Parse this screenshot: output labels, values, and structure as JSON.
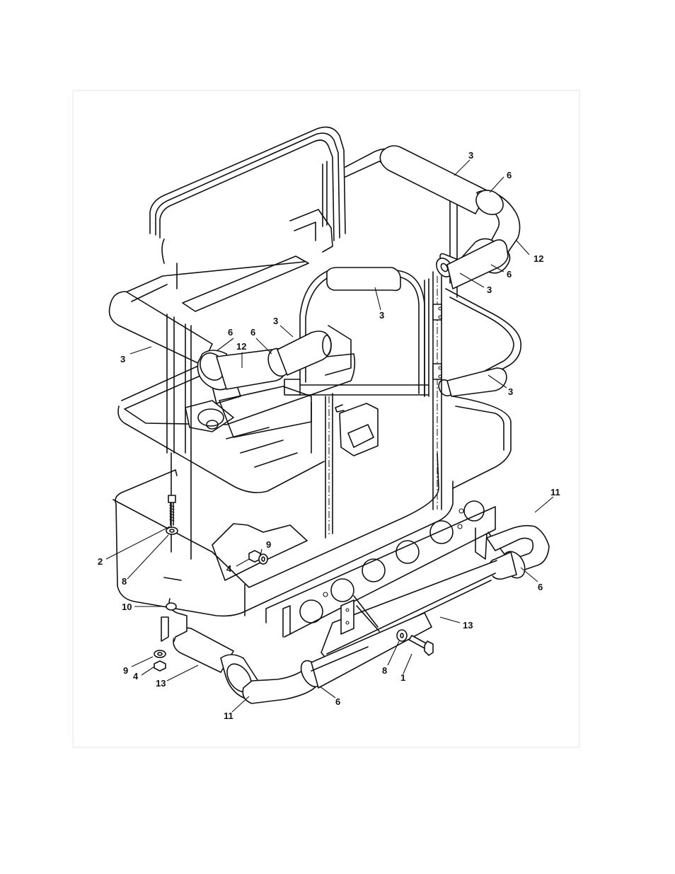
{
  "callouts": [
    {
      "id": "c-3-tr",
      "text": "3"
    },
    {
      "id": "c-6-tr",
      "text": "6"
    },
    {
      "id": "c-12-r",
      "text": "12"
    },
    {
      "id": "c-6-r",
      "text": "6"
    },
    {
      "id": "c-3-r1",
      "text": "3"
    },
    {
      "id": "c-3-mid",
      "text": "3"
    },
    {
      "id": "c-3-c",
      "text": "3"
    },
    {
      "id": "c-6-l1",
      "text": "6"
    },
    {
      "id": "c-6-l2",
      "text": "6"
    },
    {
      "id": "c-12-l",
      "text": "12"
    },
    {
      "id": "c-3-l",
      "text": "3"
    },
    {
      "id": "c-3-r2",
      "text": "3"
    },
    {
      "id": "c-11-r",
      "text": "11"
    },
    {
      "id": "c-6-br",
      "text": "6"
    },
    {
      "id": "c-13-r",
      "text": "13"
    },
    {
      "id": "c-2",
      "text": "2"
    },
    {
      "id": "c-8-l",
      "text": "8"
    },
    {
      "id": "c-9-c",
      "text": "9"
    },
    {
      "id": "c-4-c",
      "text": "4"
    },
    {
      "id": "c-10",
      "text": "10"
    },
    {
      "id": "c-9-l",
      "text": "9"
    },
    {
      "id": "c-4-l",
      "text": "4"
    },
    {
      "id": "c-13-l",
      "text": "13"
    },
    {
      "id": "c-8-b",
      "text": "8"
    },
    {
      "id": "c-1",
      "text": "1"
    },
    {
      "id": "c-6-b",
      "text": "6"
    },
    {
      "id": "c-11-b",
      "text": "11"
    }
  ]
}
